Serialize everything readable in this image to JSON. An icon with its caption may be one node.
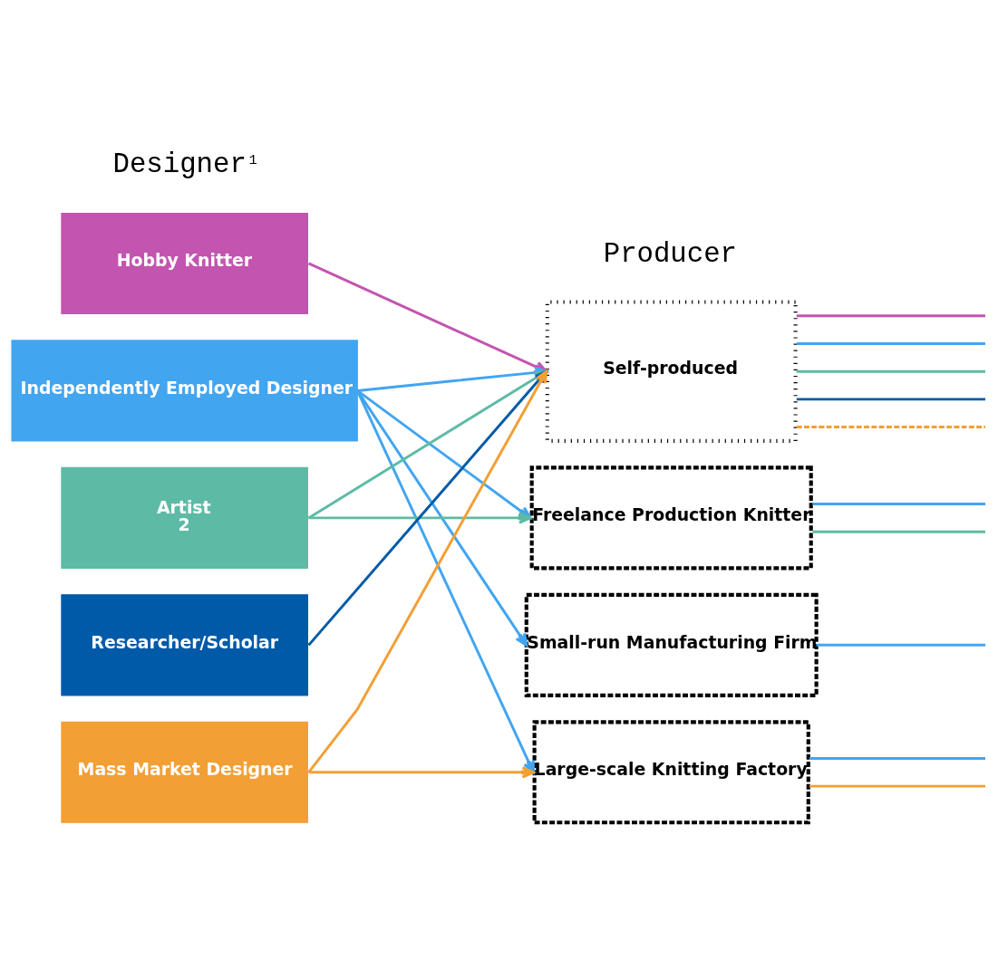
{
  "diagram": {
    "nodes": [
      {
        "text": [
          "Hobby Knitter"
        ]
      },
      {
        "text": [
          "Independently Employed Designer"
        ]
      },
      {
        "text": [
          "Artist",
          "2"
        ]
      },
      {
        "text": [
          "Researcher/Scholar"
        ]
      },
      {
        "text": [
          "Mass Market Designer"
        ]
      },
      {
        "text": [
          "Self-produced"
        ]
      },
      {
        "text": [
          "Freelance Production Knitter"
        ]
      },
      {
        "text": [
          "Small-run Manufacturing Firm"
        ]
      },
      {
        "text": [
          "Large-scale Knitting Factory"
        ]
      }
    ],
    "edges": [
      {
        "from": 0,
        "to": 5,
        "arrow": "to",
        "color": "#c355b0"
      },
      {
        "from": 1,
        "to": 5,
        "arrow": "to",
        "color": "#42a5f0"
      },
      {
        "from": 2,
        "to": 5,
        "arrow": "to",
        "color": "#5dbba5"
      },
      {
        "from": 3,
        "to": 5,
        "arrow": "to",
        "color": "#005aa8"
      },
      {
        "from": 4,
        "to": 5,
        "arrow": "to",
        "color": "#f29f35"
      },
      {
        "from": 1,
        "to": 6,
        "arrow": "to",
        "color": "#42a5f0"
      },
      {
        "from": 2,
        "to": 6,
        "arrow": "to",
        "color": "#5dbba5"
      },
      {
        "from": 1,
        "to": 7,
        "arrow": "to",
        "color": "#42a5f0"
      },
      {
        "from": 1,
        "to": 8,
        "arrow": "to",
        "color": "#42a5f0"
      },
      {
        "from": 4,
        "to": 8,
        "arrow": "to",
        "color": "#f29f35"
      },
      {
        "from": 5,
        "to": null,
        "arrow": "none",
        "color": "#c355b0"
      },
      {
        "from": 5,
        "to": null,
        "arrow": "none",
        "color": "#42a5f0"
      },
      {
        "from": 5,
        "to": null,
        "arrow": "none",
        "color": "#5dbba5"
      },
      {
        "from": 5,
        "to": null,
        "arrow": "none",
        "color": "#005aa8"
      },
      {
        "from": 5,
        "to": null,
        "arrow": "none",
        "color": "#f29f35",
        "style": "dashed"
      },
      {
        "from": 6,
        "to": null,
        "arrow": "none",
        "color": "#42a5f0"
      },
      {
        "from": 6,
        "to": null,
        "arrow": "none",
        "color": "#5dbba5"
      },
      {
        "from": 7,
        "to": null,
        "arrow": "none",
        "color": "#42a5f0"
      },
      {
        "from": 8,
        "to": null,
        "arrow": "none",
        "color": "#42a5f0"
      },
      {
        "from": 8,
        "to": null,
        "arrow": "none",
        "color": "#f29f35"
      }
    ],
    "labels": [
      "Designer",
      "1",
      "Producer"
    ]
  }
}
